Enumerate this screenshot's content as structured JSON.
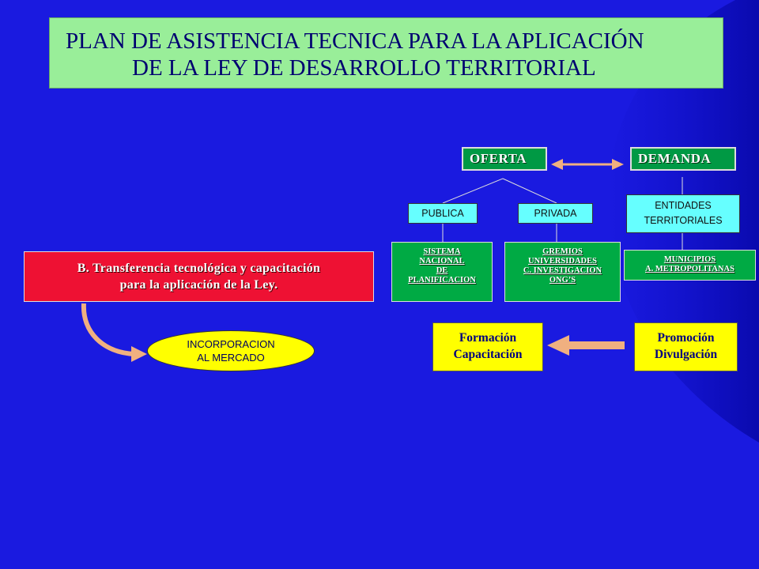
{
  "title": {
    "line1": "PLAN DE ASISTENCIA TECNICA PARA LA APLICACIÓN",
    "line2": "DE LA LEY DE DESARROLLO TERRITORIAL"
  },
  "oferta": {
    "label": "OFERTA",
    "publica": "PUBLICA",
    "privada": "PRIVADA",
    "sistema": [
      "SISTEMA",
      "NACIONAL",
      "DE",
      "PLANIFICACION"
    ],
    "gremios": [
      "GREMIOS",
      "UNIVERSIDADES",
      "C. INVESTIGACION",
      "ONG’S"
    ]
  },
  "demanda": {
    "label": "DEMANDA",
    "entidades": [
      "ENTIDADES",
      "TERRITORIALES"
    ],
    "municipios": [
      "MUNICIPIOS",
      "A. METROPOLITANAS"
    ]
  },
  "transferencia": {
    "line1": "B. Transferencia  tecnológica y capacitación",
    "line2": "para la aplicación de la Ley."
  },
  "incorporacion": {
    "line1": "INCORPORACION",
    "line2": "AL MERCADO"
  },
  "formacion": [
    "Formación",
    "Capacitación"
  ],
  "promocion": [
    "Promoción",
    "Divulgación"
  ],
  "colors": {
    "background": "#1a1ae0",
    "title_box": "#99ee99",
    "header_green": "#009944",
    "cyan_box": "#66ffff",
    "red_box": "#ee1133",
    "yellow_box": "#ffff00",
    "arrow": "#f0b080"
  }
}
